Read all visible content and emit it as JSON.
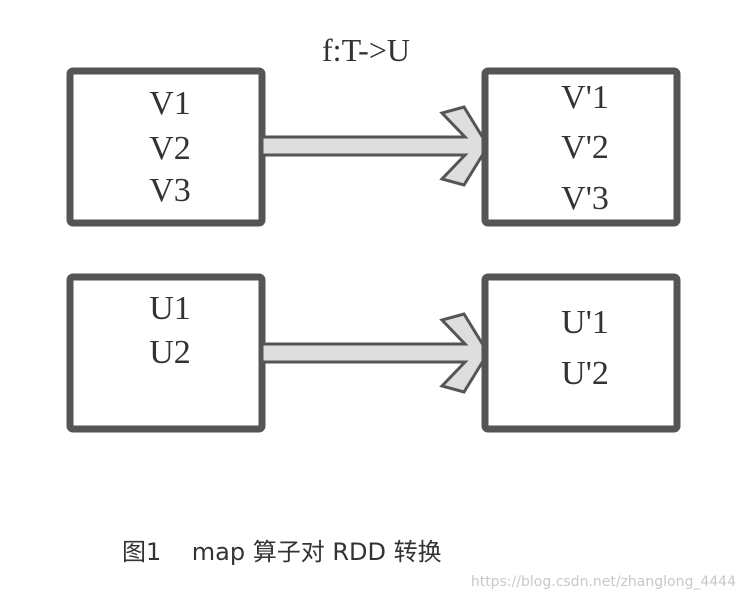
{
  "function_label": "f:T->U",
  "rows": [
    {
      "left": [
        "V1",
        "V2",
        "V3"
      ],
      "right": [
        "V'1",
        "V'2",
        "V'3"
      ]
    },
    {
      "left": [
        "U1",
        "U2"
      ],
      "right": [
        "U'1",
        "U'2"
      ]
    }
  ],
  "caption": {
    "figure_no": "图1",
    "text": "map 算子对 RDD 转换"
  },
  "watermark": "https://blog.csdn.net/zhanglong_4444",
  "colors": {
    "box_border": "#555555",
    "arrow_fill": "#dedede",
    "arrow_stroke": "#555555",
    "text": "#333333"
  }
}
